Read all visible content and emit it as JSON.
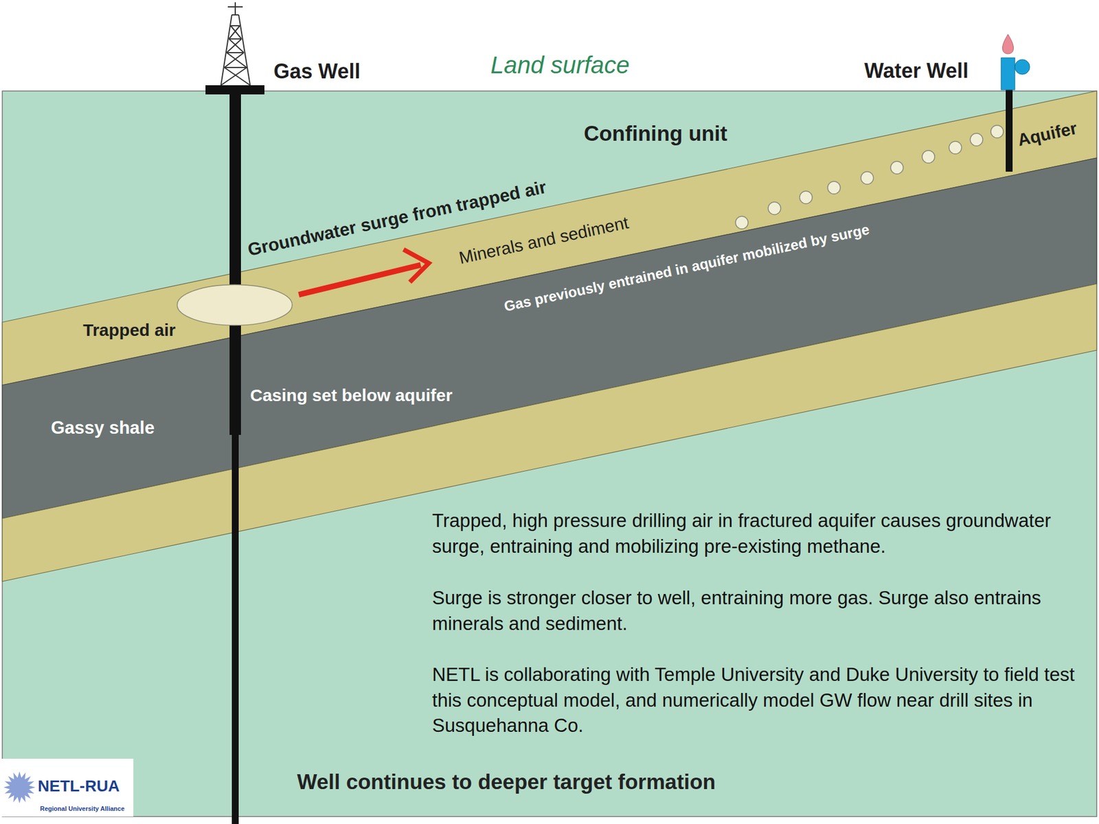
{
  "diagram": {
    "nodes": [
      {
        "text": [
          "Trapped air"
        ]
      }
    ],
    "labels": [
      "Gas Well",
      "Land surface",
      "Water Well",
      "Confining unit",
      "Aquifer",
      "Groundwater surge from trapped air",
      "Minerals and sediment",
      "Gas previously entrained in aquifer mobilized by surge",
      "Casing set below aquifer",
      "Gassy shale",
      "Trapped, high pressure drilling air in fractured aquifer causes groundwater surge, entraining and mobilizing pre-existing methane.",
      "Surge is stronger closer to well, entraining more gas.  Surge also entrains minerals and sediment.",
      "NETL is collaborating with Temple University and Duke University to field test this conceptual model, and numerically model GW flow near drill sites in Susquehanna Co.",
      "Well continues to deeper target formation",
      "NETL-RUA",
      "Regional University Alliance"
    ]
  }
}
